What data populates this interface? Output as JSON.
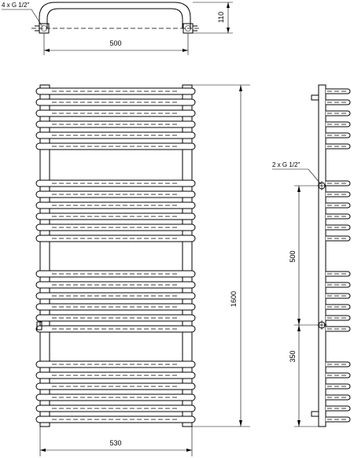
{
  "labels": {
    "connections_top": "4 x G 1/2\"",
    "connections_side": "2 x G 1/2\""
  },
  "dimensions": {
    "top_width": "500",
    "top_depth": "110",
    "front_width": "530",
    "height": "1600",
    "side_upper": "500",
    "side_lower": "350"
  }
}
